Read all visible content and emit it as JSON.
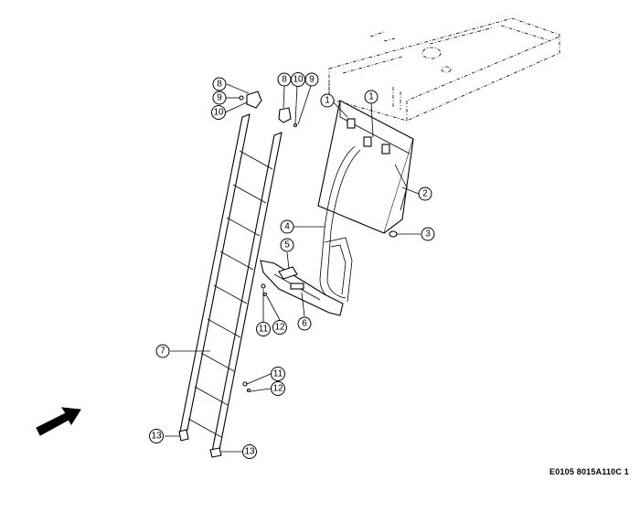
{
  "figure_code": "E0105 8015A110C 1",
  "callouts": {
    "c1a": "1",
    "c1b": "1",
    "c2": "2",
    "c3": "3",
    "c4": "4",
    "c5": "5",
    "c6": "6",
    "c7": "7",
    "c8a": "8",
    "c9a": "9",
    "c10a": "10",
    "c8b": "8",
    "c10b": "10",
    "c9b": "9",
    "c11a": "11",
    "c12a": "12",
    "c11b": "11",
    "c12b": "12",
    "c13a": "13",
    "c13b": "13"
  },
  "icons": {
    "direction_arrow": "arrow-up-right-icon"
  }
}
